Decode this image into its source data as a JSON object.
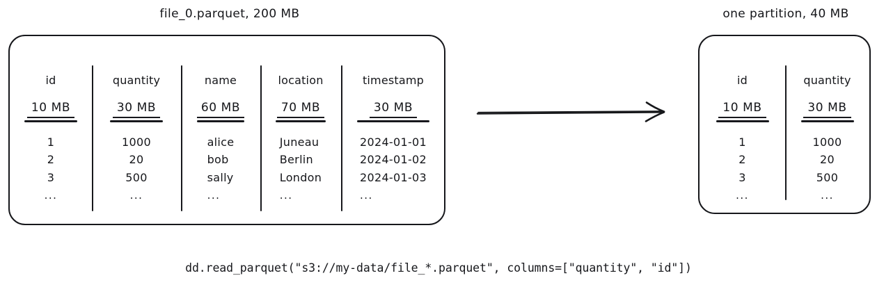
{
  "diagram": {
    "kind": "dask-read-parquet-column-projection",
    "stroke_color": "#17181b",
    "background_color": "#ffffff"
  },
  "left": {
    "title": "file_0.parquet, 200 MB",
    "columns": [
      {
        "name": "id",
        "size": "10 MB",
        "cells": [
          "1",
          "2",
          "3",
          "..."
        ]
      },
      {
        "name": "quantity",
        "size": "30 MB",
        "cells": [
          "1000",
          "20",
          "500",
          "..."
        ]
      },
      {
        "name": "name",
        "size": "60 MB",
        "cells": [
          "alice",
          "bob",
          "sally",
          "..."
        ]
      },
      {
        "name": "location",
        "size": "70 MB",
        "cells": [
          "Juneau",
          "Berlin",
          "London",
          "..."
        ]
      },
      {
        "name": "timestamp",
        "size": "30 MB",
        "cells": [
          "2024-01-01",
          "2024-01-02",
          "2024-01-03",
          "..."
        ]
      }
    ]
  },
  "right": {
    "title": "one partition, 40 MB",
    "columns": [
      {
        "name": "id",
        "size": "10 MB",
        "cells": [
          "1",
          "2",
          "3",
          "..."
        ]
      },
      {
        "name": "quantity",
        "size": "30 MB",
        "cells": [
          "1000",
          "20",
          "500",
          "..."
        ]
      }
    ]
  },
  "arrow": {
    "icon": "arrow-right-icon",
    "direction": "right"
  },
  "caption": {
    "code": "dd.read_parquet(\"s3://my-data/file_*.parquet\", columns=[\"quantity\", \"id\"])"
  }
}
